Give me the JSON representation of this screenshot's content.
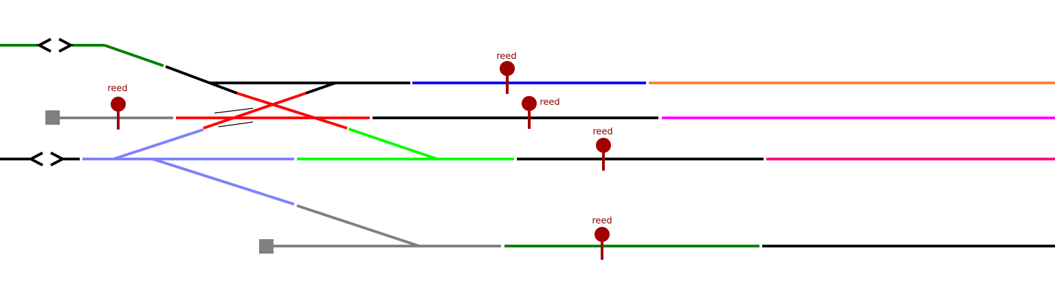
{
  "layout": {
    "background": "#ffffff"
  },
  "colors": {
    "green_dark": "#008000",
    "black": "#000000",
    "blue": "#0000ff",
    "orange": "#ff8040",
    "gray": "#808080",
    "red": "#ff0000",
    "magenta": "#ff00ff",
    "periwinkle": "#8080ff",
    "lime": "#00ff00",
    "pink": "#ff0080",
    "reed": "#a00000"
  },
  "sensors": [
    {
      "id": "reed-1",
      "label": "reed"
    },
    {
      "id": "reed-2",
      "label": "reed"
    },
    {
      "id": "reed-3",
      "label": "reed"
    },
    {
      "id": "reed-4",
      "label": "reed"
    },
    {
      "id": "reed-5",
      "label": "reed"
    }
  ],
  "icons": {
    "track_end_marker": "bidirectional-arrow-icon",
    "buffer_stop": "buffer-stop-icon"
  }
}
